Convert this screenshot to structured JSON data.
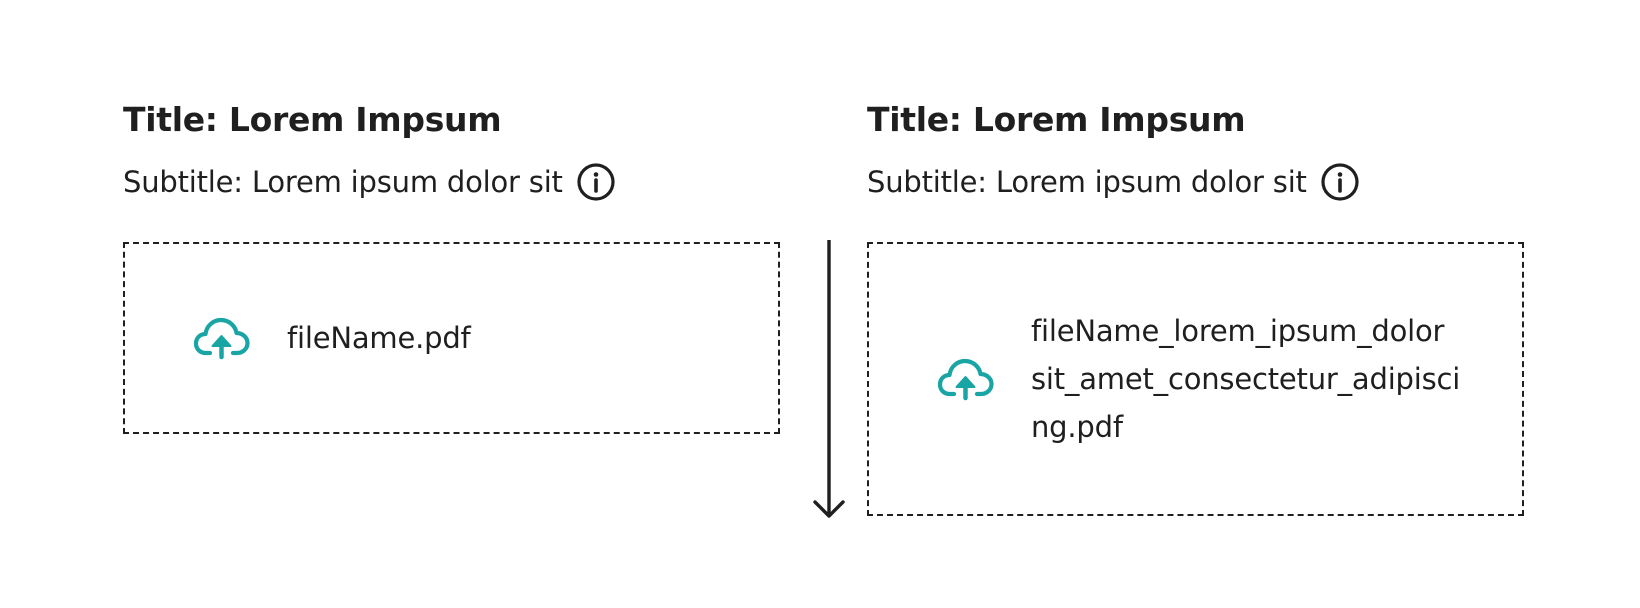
{
  "colors": {
    "accent": "#1aa5a5",
    "text": "#1f1f1f",
    "border": "#1f1f1f"
  },
  "panels": [
    {
      "title": "Title: Lorem Impsum",
      "subtitle": "Subtitle: Lorem ipsum dolor sit",
      "info_icon": "info-icon",
      "upload_icon": "cloud-upload-icon",
      "file_name": "fileName.pdf"
    },
    {
      "title": "Title: Lorem Impsum",
      "subtitle": "Subtitle: Lorem ipsum dolor sit",
      "info_icon": "info-icon",
      "upload_icon": "cloud-upload-icon",
      "file_name": "fileName_lorem_ipsum_dolor sit_amet_consectetur_adipiscing.pdf"
    }
  ],
  "arrow_icon": "arrow-down-icon"
}
